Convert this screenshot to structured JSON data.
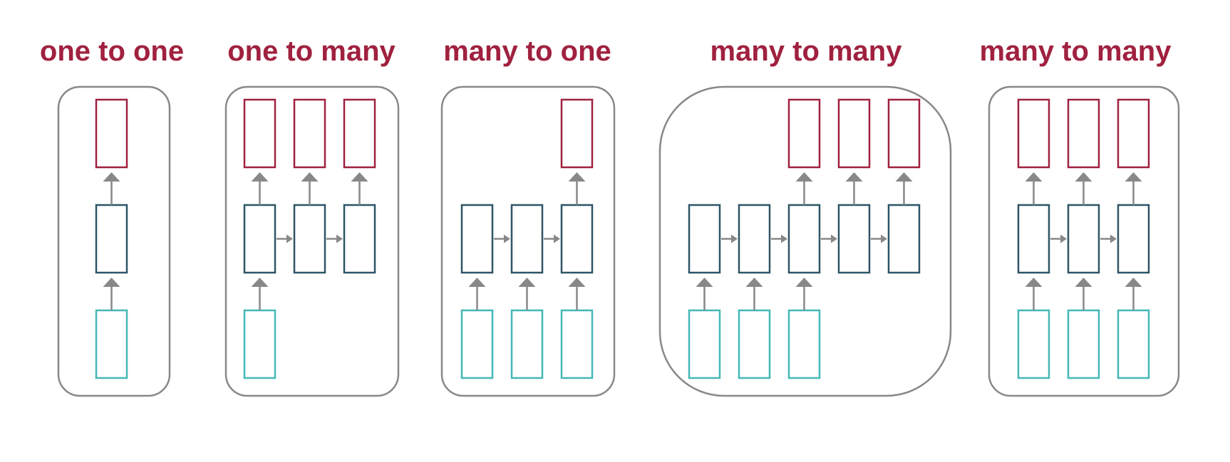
{
  "colors": {
    "output": "#a0213f",
    "hidden": "#2e5566",
    "input": "#45b7b7",
    "frame": "#888888",
    "arrow": "#888888",
    "title": "#a0213f"
  },
  "panels": [
    {
      "title": "one to one",
      "hidden_count": 1,
      "input_cols": [
        0
      ],
      "output_cols": [
        0
      ]
    },
    {
      "title": "one to many",
      "hidden_count": 3,
      "input_cols": [
        0
      ],
      "output_cols": [
        0,
        1,
        2
      ]
    },
    {
      "title": "many to one",
      "hidden_count": 3,
      "input_cols": [
        0,
        1,
        2
      ],
      "output_cols": [
        2
      ]
    },
    {
      "title": "many to many",
      "hidden_count": 5,
      "input_cols": [
        0,
        1,
        2
      ],
      "output_cols": [
        2,
        3,
        4
      ]
    },
    {
      "title": "many to many",
      "hidden_count": 3,
      "input_cols": [
        0,
        1,
        2
      ],
      "output_cols": [
        0,
        1,
        2
      ]
    }
  ]
}
